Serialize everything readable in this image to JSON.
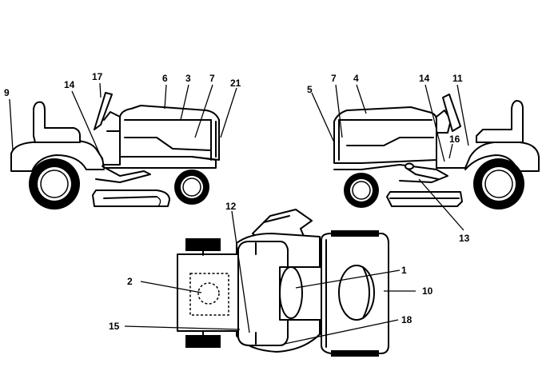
{
  "callouts": {
    "c1": "1",
    "c2": "2",
    "c3": "3",
    "c4": "4",
    "c5": "5",
    "c6": "6",
    "c7_left": "7",
    "c7_right": "7",
    "c9": "9",
    "c10": "10",
    "c11": "11",
    "c12": "12",
    "c13": "13",
    "c14_left": "14",
    "c14_right": "14",
    "c15": "15",
    "c16": "16",
    "c17": "17",
    "c18": "18",
    "c21": "21"
  }
}
